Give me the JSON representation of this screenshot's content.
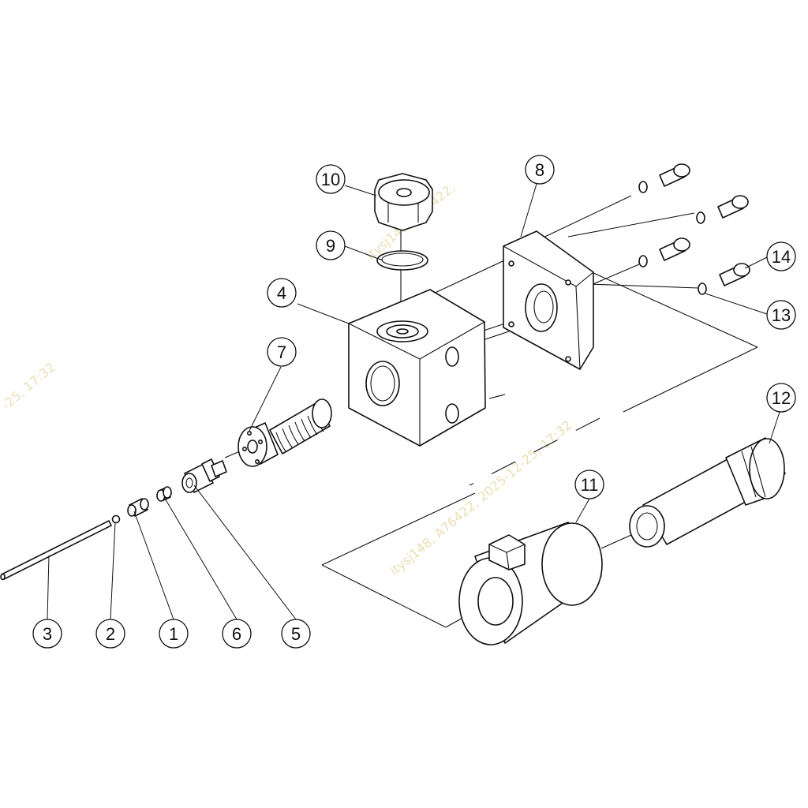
{
  "callouts": {
    "c1": "1",
    "c2": "2",
    "c3": "3",
    "c4": "4",
    "c5": "5",
    "c6": "6",
    "c7": "7",
    "c8": "8",
    "c9": "9",
    "c10": "10",
    "c11": "11",
    "c12": "12",
    "c13": "13",
    "c14": "14"
  },
  "watermarks": {
    "w1": "itysj148, A76422,",
    "w2": "-25, 17:32",
    "w3": "itysj148, A76422, 2025-12-25, 17:32"
  },
  "colors": {
    "ink": "#111111",
    "background": "#ffffff",
    "watermark": "#e8d9a6"
  }
}
